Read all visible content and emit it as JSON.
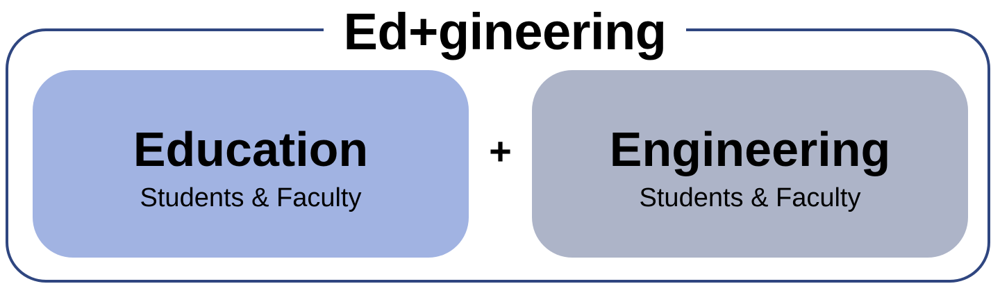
{
  "title": "Ed+gineering",
  "left_box": {
    "heading": "Education",
    "subtitle": "Students & Faculty",
    "color": "#a1b3e2"
  },
  "operator": "+",
  "right_box": {
    "heading": "Engineering",
    "subtitle": "Students & Faculty",
    "color": "#adb4c8"
  },
  "frame_color": "#2f4680"
}
